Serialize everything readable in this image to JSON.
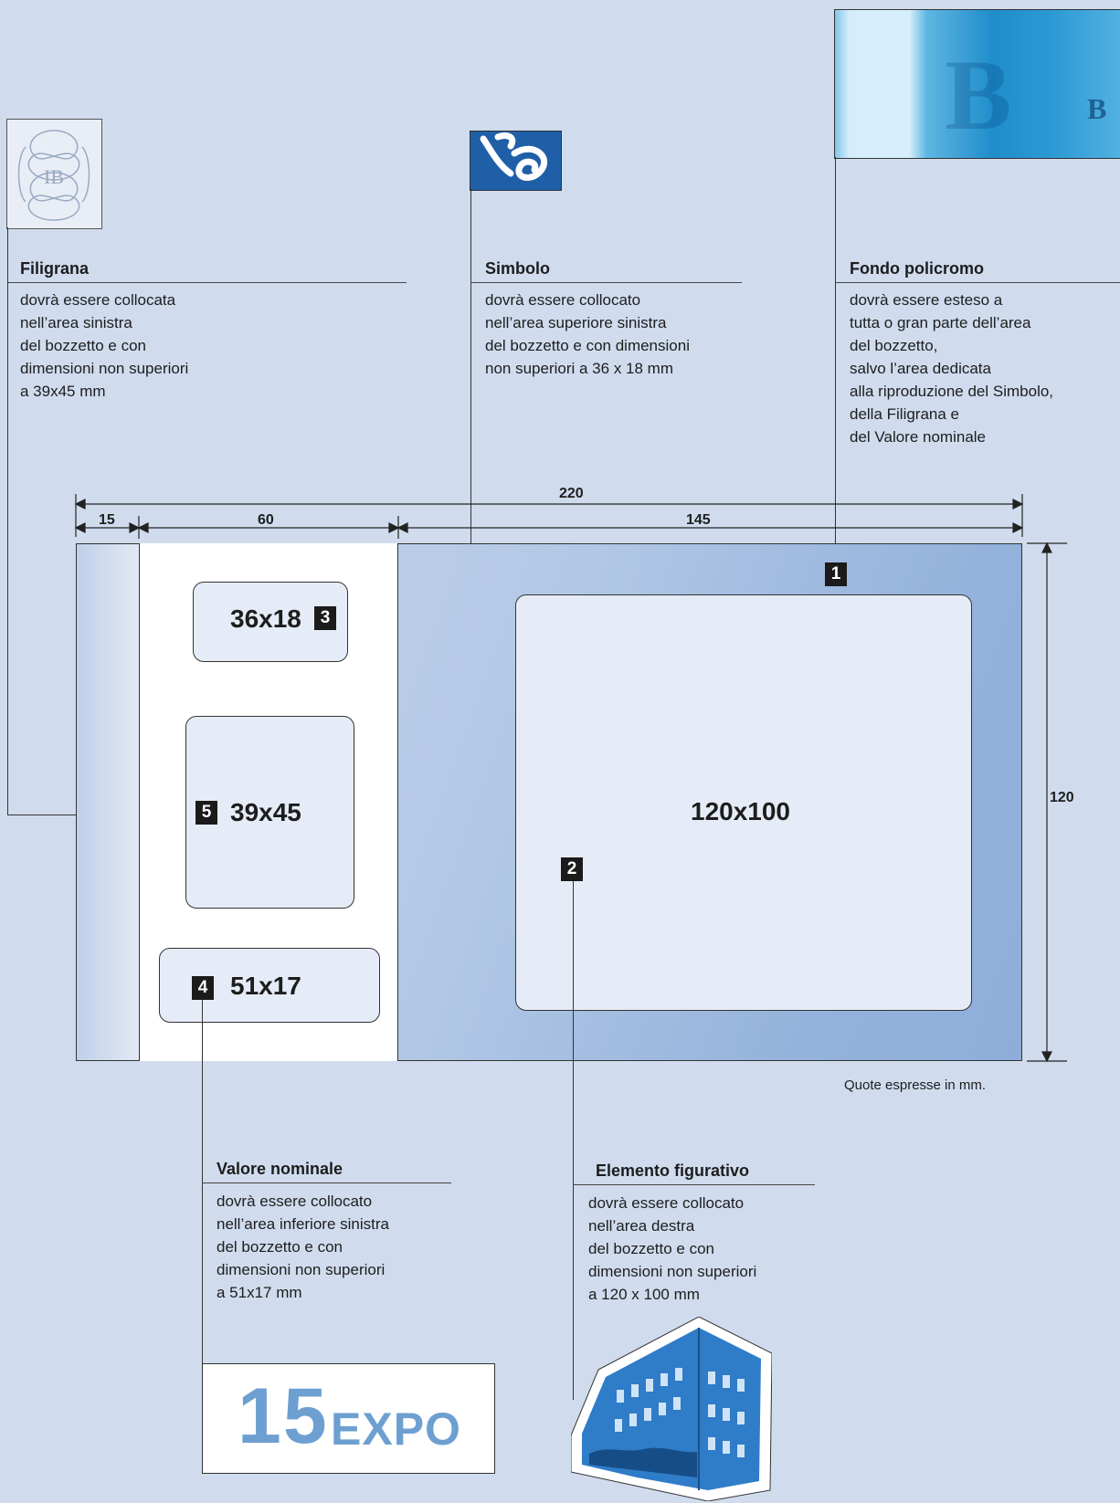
{
  "sections": {
    "filigrana": {
      "title": "Filigrana",
      "body": "dovrà essere collocata\nnell’area sinistra\ndel bozzetto e con\ndimensioni non superiori\na 39x45 mm"
    },
    "simbolo": {
      "title": "Simbolo",
      "body": "dovrà essere collocato\nnell’area superiore sinistra\ndel bozzetto e con dimensioni\nnon superiori a 36 x 18 mm"
    },
    "fondo": {
      "title": "Fondo policromo",
      "body": "dovrà essere esteso a\ntutta o gran parte dell’area\ndel bozzetto,\nsalvo l’area dedicata\nalla riproduzione del Simbolo,\ndella Filigrana e\ndel Valore nominale"
    },
    "valore": {
      "title": "Valore nominale",
      "body": "dovrà essere collocato\nnell’area inferiore sinistra\ndel bozzetto e con\ndimensioni non superiori\na 51x17 mm"
    },
    "elemento": {
      "title": "Elemento figurativo",
      "body": "dovrà essere collocato\nnell’area destra\ndel bozzetto e con\ndimensioni non superiori\na 120 x 100 mm"
    }
  },
  "dimensions": {
    "total_width": "220",
    "left_margin": "15",
    "left_panel": "60",
    "right_area": "145",
    "height": "120"
  },
  "slots": {
    "simbolo": "36x18",
    "filigrana": "39x45",
    "valore": "51x17",
    "elemento": "120x100"
  },
  "markers": [
    "1",
    "2",
    "3",
    "4",
    "5"
  ],
  "note": "Quote espresse in mm.",
  "logo": {
    "number": "15",
    "word": "EXPO"
  },
  "colors": {
    "background": "#d0dcee",
    "accent_blue": "#1f5fa8",
    "marker": "#1b1b1b"
  },
  "icons": {
    "watermark": "watermark-monogram-icon",
    "symbol": "bank-symbol-icon",
    "building": "building-illustration-icon"
  }
}
